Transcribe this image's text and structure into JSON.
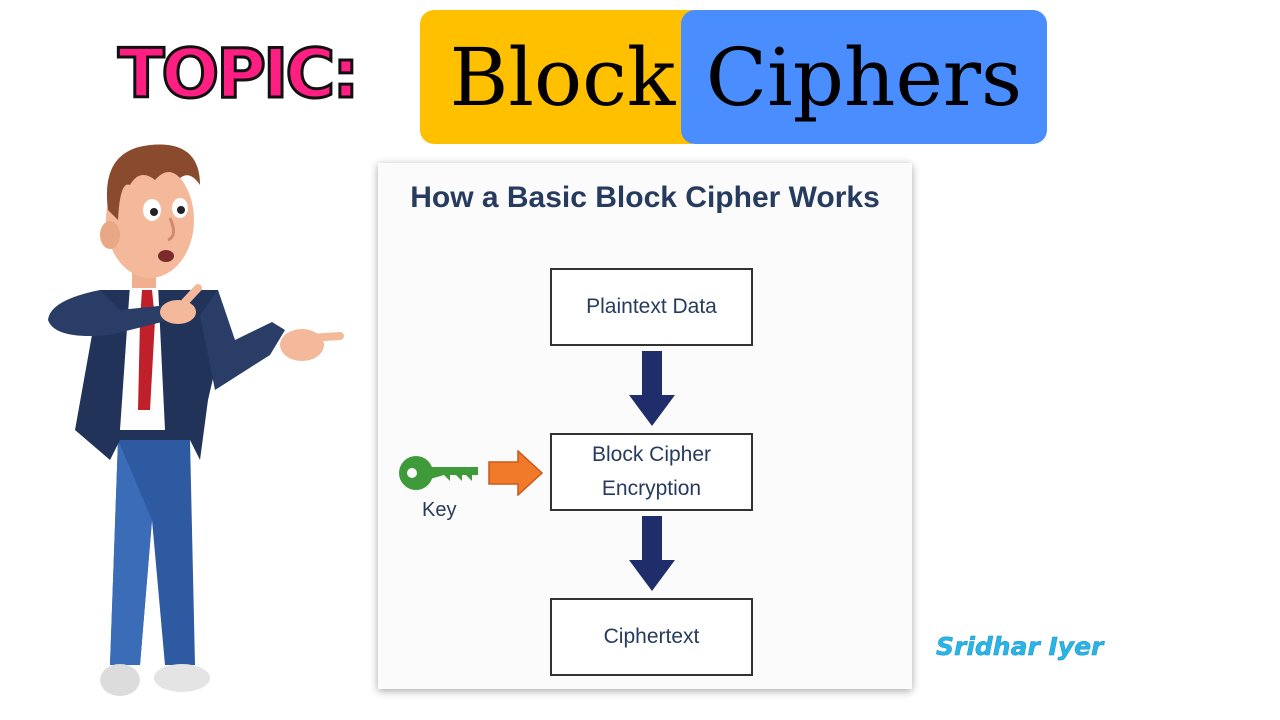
{
  "header": {
    "topic_label": "TOPIC:",
    "title_word_1": "Block",
    "title_word_2": "Ciphers"
  },
  "diagram": {
    "title": "How a Basic Block Cipher Works",
    "nodes": [
      {
        "id": "plaintext",
        "lines": [
          "Plaintext Data"
        ]
      },
      {
        "id": "block-cipher",
        "lines": [
          "Block Cipher",
          "Encryption"
        ]
      },
      {
        "id": "ciphertext",
        "lines": [
          "Ciphertext"
        ]
      }
    ],
    "key_label": "Key"
  },
  "author": "Sridhar Iyer",
  "colors": {
    "topic_pink": "#ff1e82",
    "yellow_pill": "#ffc000",
    "blue_pill": "#4a8dff",
    "navy_arrow": "#1f2d6b",
    "orange_arrow": "#f07a2a",
    "key_green": "#3f9a3a",
    "author_cyan": "#2ab5e8"
  }
}
